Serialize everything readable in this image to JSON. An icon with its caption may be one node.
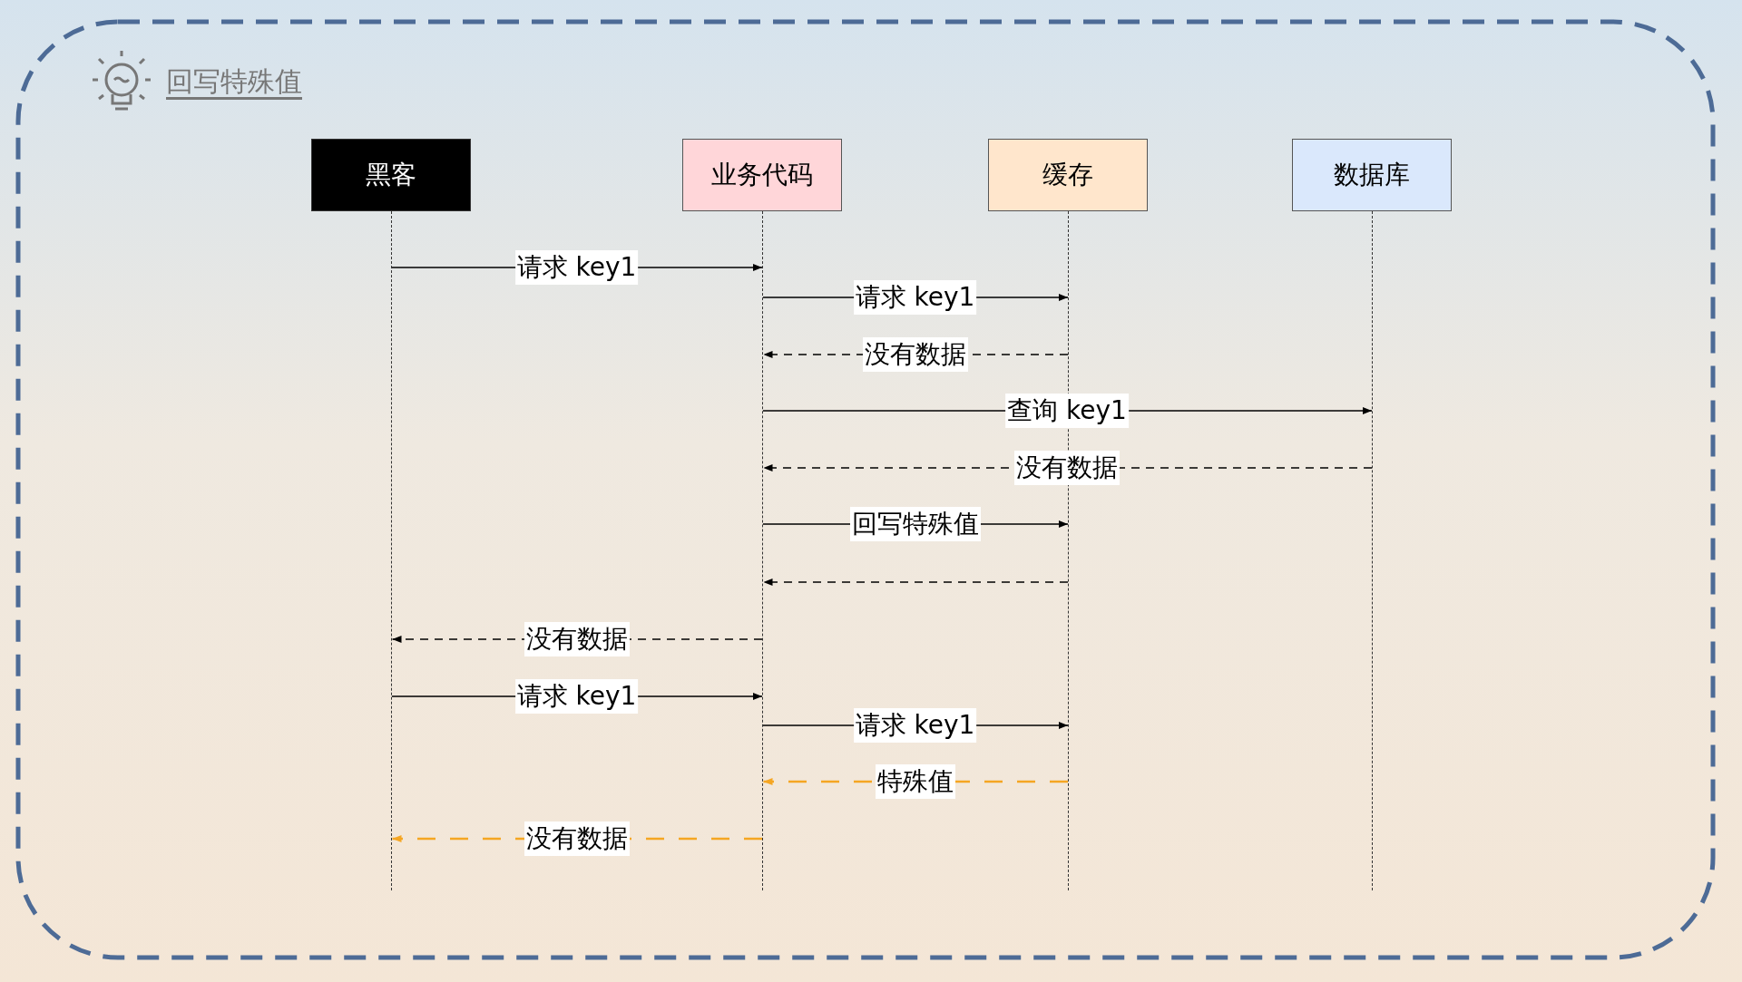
{
  "diagram": {
    "title": "回写特殊值",
    "nodes": [
      {
        "text": [
          "黑客"
        ]
      },
      {
        "text": [
          "业务代码"
        ]
      },
      {
        "text": [
          "缓存"
        ]
      },
      {
        "text": [
          "数据库"
        ]
      },
      {
        "text": [],
        "shape": "line"
      },
      {
        "text": [],
        "shape": "line"
      },
      {
        "text": [],
        "shape": "line"
      },
      {
        "text": [],
        "shape": "line"
      }
    ],
    "edges": [
      {
        "from": 4,
        "to": 5,
        "arrow": "to",
        "label": "请求 key1"
      },
      {
        "from": 5,
        "to": 6,
        "arrow": "to",
        "label": "请求 key1"
      },
      {
        "from": 6,
        "to": 5,
        "arrow": "to",
        "label": "没有数据",
        "style": "dashed"
      },
      {
        "from": 5,
        "to": 7,
        "arrow": "to",
        "label": "查询 key1"
      },
      {
        "from": 7,
        "to": 5,
        "arrow": "to",
        "label": "没有数据",
        "style": "dashed"
      },
      {
        "from": 5,
        "to": 6,
        "arrow": "to",
        "label": "回写特殊值"
      },
      {
        "from": 6,
        "to": 5,
        "arrow": "to",
        "style": "dashed"
      },
      {
        "from": 5,
        "to": 4,
        "arrow": "to",
        "label": "没有数据",
        "style": "dashed"
      },
      {
        "from": 4,
        "to": 5,
        "arrow": "to",
        "label": "请求 key1"
      },
      {
        "from": 5,
        "to": 6,
        "arrow": "to",
        "label": "请求 key1"
      },
      {
        "from": 6,
        "to": 5,
        "arrow": "to",
        "label": "特殊值",
        "style": "dashed",
        "color": "#f5a623"
      },
      {
        "from": 5,
        "to": 4,
        "arrow": "to",
        "label": "没有数据",
        "style": "dashed",
        "color": "#f5a623"
      }
    ]
  }
}
